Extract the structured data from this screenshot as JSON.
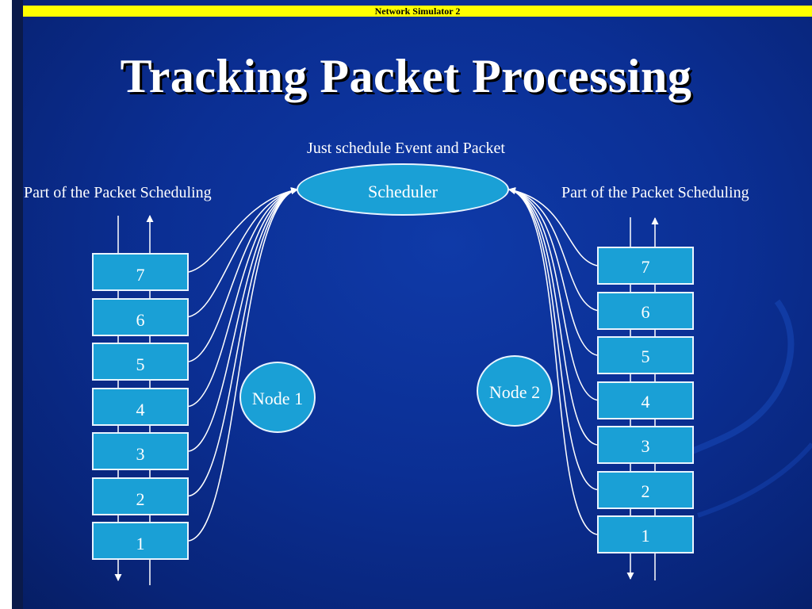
{
  "header": {
    "banner": "Network Simulator 2"
  },
  "slide": {
    "title": "Tracking Packet Processing",
    "event_caption": "Just schedule Event and Packet",
    "left_caption": "Part of the Packet Scheduling",
    "right_caption": "Part of the Packet Scheduling"
  },
  "scheduler": {
    "label": "Scheduler"
  },
  "nodes": {
    "node1": "Node 1",
    "node2": "Node 2"
  },
  "left_stack": [
    "7",
    "6",
    "5",
    "4",
    "3",
    "2",
    "1"
  ],
  "right_stack": [
    "7",
    "6",
    "5",
    "4",
    "3",
    "2",
    "1"
  ],
  "colors": {
    "background": "#0b2f94",
    "banner": "#ffff00",
    "shape_fill": "#1aa0d6",
    "line": "#ffffff"
  }
}
